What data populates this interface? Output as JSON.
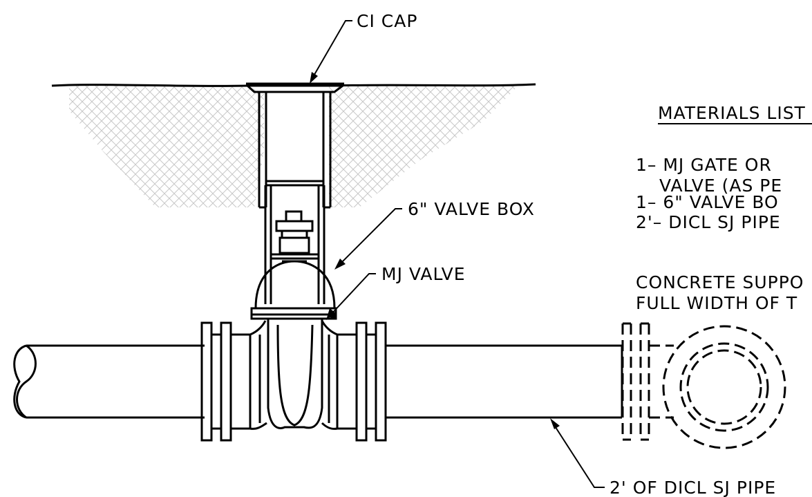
{
  "labels": {
    "ci_cap": "CI CAP",
    "valve_box": "6\" VALVE BOX",
    "mj_valve": "MJ VALVE",
    "pipe": "2' OF DICL SJ PIPE"
  },
  "materials": {
    "heading": "MATERIALS LIST",
    "items": [
      "1– MJ GATE OR",
      "VALVE (AS PE",
      "1– 6\" VALVE BO",
      "2'– DICL SJ PIPE"
    ]
  },
  "support_note": {
    "line1": "CONCRETE SUPPO",
    "line2": "FULL WIDTH OF T"
  }
}
